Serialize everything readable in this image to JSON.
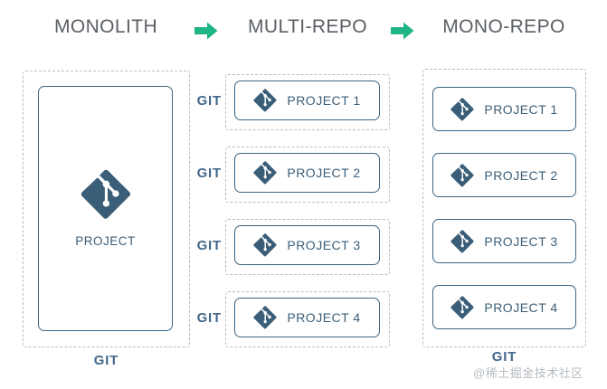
{
  "headings": {
    "monolith": "MONOLITH",
    "multi_repo": "MULTI-REPO",
    "mono_repo": "MONO-REPO",
    "arrow_icon_name": "arrow-right-icon"
  },
  "colors": {
    "background": "#ffffff",
    "heading_text": "#5b6066",
    "arrow_green": "#1fb586",
    "git_blue": "#3b5e78",
    "box_border": "#3a6583",
    "dashed_border": "#b9bcc0",
    "git_label": "#43688a",
    "watermark": "#b6bcc2"
  },
  "monolith": {
    "project_label": "PROJECT",
    "git_label": "GIT",
    "icon": "git-logo-icon"
  },
  "multi_repo": {
    "git_label": "GIT",
    "rows": [
      {
        "label": "PROJECT 1",
        "git_label": "GIT"
      },
      {
        "label": "PROJECT 2",
        "git_label": "GIT"
      },
      {
        "label": "PROJECT 3",
        "git_label": "GIT"
      },
      {
        "label": "PROJECT 4",
        "git_label": "GIT"
      }
    ]
  },
  "mono_repo": {
    "git_label": "GIT",
    "rows": [
      {
        "label": "PROJECT 1"
      },
      {
        "label": "PROJECT 2"
      },
      {
        "label": "PROJECT 3"
      },
      {
        "label": "PROJECT 4"
      }
    ]
  },
  "watermark": {
    "text": "@稀土掘金技术社区"
  }
}
